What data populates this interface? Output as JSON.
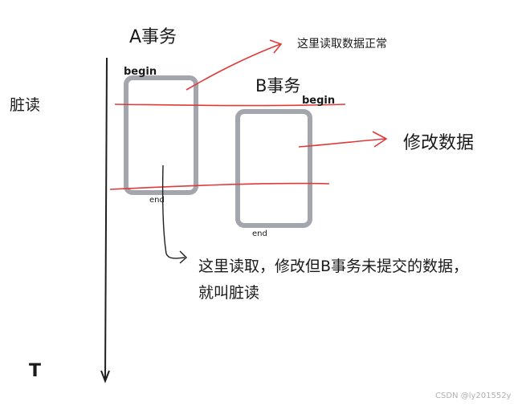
{
  "labels": {
    "side_label": "脏读",
    "txn_a": "A事务",
    "txn_b": "B事务",
    "a_begin": "begin",
    "a_end": "end",
    "b_begin": "begin",
    "b_end": "end",
    "read_normal": "这里读取数据正常",
    "modify_data": "修改数据",
    "note_line1": "这里读取，修改但B事务未提交的数据，",
    "note_line2": "就叫脏读",
    "time_axis": "T",
    "watermark": "CSDN @ly201552y"
  },
  "colors": {
    "box": "#a3a7ad",
    "arrow_red": "#e03a3a",
    "axis": "#1f1f1f",
    "text": "#1a1a1a"
  }
}
